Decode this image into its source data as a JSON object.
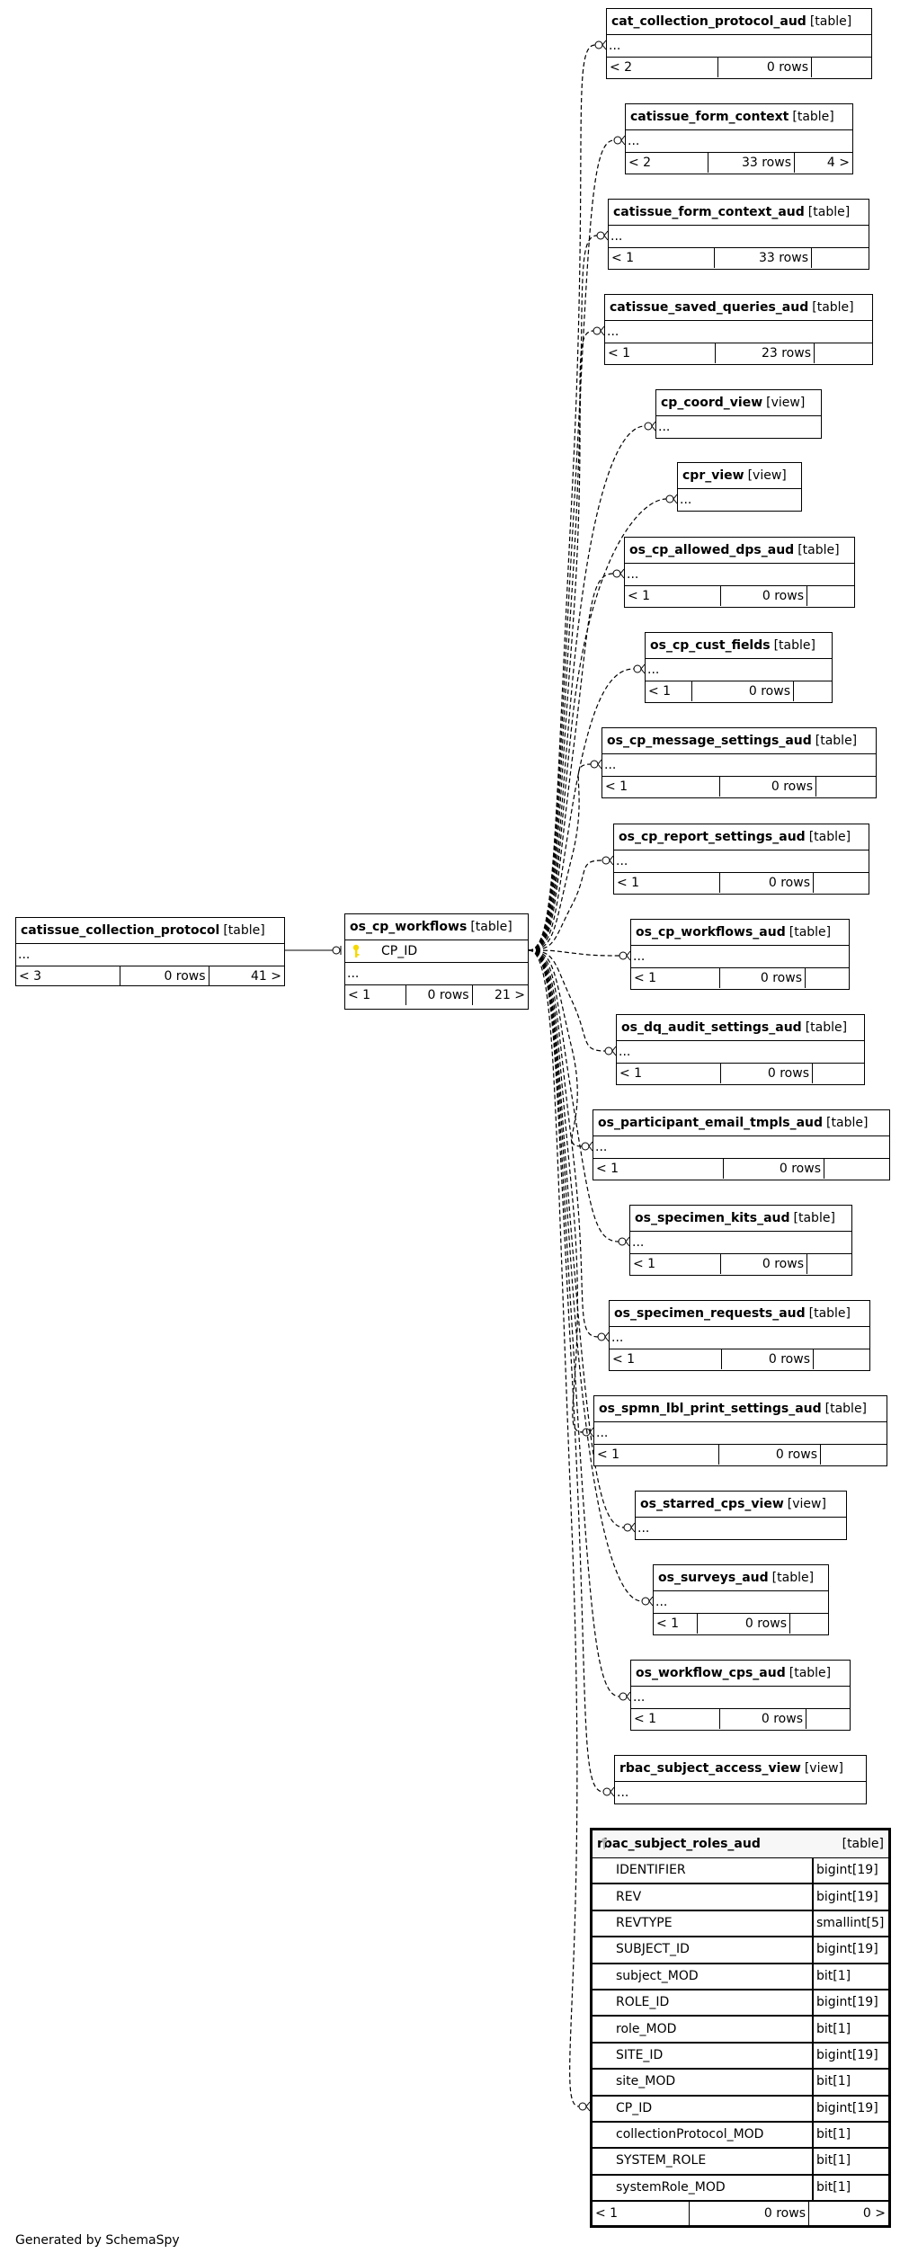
{
  "footer": "Generated by SchemaSpy",
  "colors": {
    "line": "#000000",
    "key_icon": "#f5d800",
    "fk_icon": "#b8b8b8"
  },
  "center": {
    "name": "os_cp_workflows",
    "type": "[table]",
    "column": "CP_ID",
    "ellipsis": "...",
    "foot": [
      "< 1",
      "0 rows",
      "21 >"
    ]
  },
  "parent": {
    "name": "catissue_collection_protocol",
    "type": "[table]",
    "ellipsis": "...",
    "foot": [
      "< 3",
      "0 rows",
      "41 >"
    ]
  },
  "children": [
    {
      "name": "cat_collection_protocol_aud",
      "type": "[table]",
      "ellipsis": "...",
      "foot": [
        "< 2",
        "0 rows",
        ""
      ]
    },
    {
      "name": "catissue_form_context",
      "type": "[table]",
      "ellipsis": "...",
      "foot": [
        "< 2",
        "33 rows",
        "4 >"
      ]
    },
    {
      "name": "catissue_form_context_aud",
      "type": "[table]",
      "ellipsis": "...",
      "foot": [
        "< 1",
        "33 rows",
        ""
      ]
    },
    {
      "name": "catissue_saved_queries_aud",
      "type": "[table]",
      "ellipsis": "...",
      "foot": [
        "< 1",
        "23 rows",
        ""
      ]
    },
    {
      "name": "cp_coord_view",
      "type": "[view]",
      "ellipsis": "..."
    },
    {
      "name": "cpr_view",
      "type": "[view]",
      "ellipsis": "..."
    },
    {
      "name": "os_cp_allowed_dps_aud",
      "type": "[table]",
      "ellipsis": "...",
      "foot": [
        "< 1",
        "0 rows",
        ""
      ]
    },
    {
      "name": "os_cp_cust_fields",
      "type": "[table]",
      "ellipsis": "...",
      "foot": [
        "< 1",
        "0 rows",
        ""
      ]
    },
    {
      "name": "os_cp_message_settings_aud",
      "type": "[table]",
      "ellipsis": "...",
      "foot": [
        "< 1",
        "0 rows",
        ""
      ]
    },
    {
      "name": "os_cp_report_settings_aud",
      "type": "[table]",
      "ellipsis": "...",
      "foot": [
        "< 1",
        "0 rows",
        ""
      ]
    },
    {
      "name": "os_cp_workflows_aud",
      "type": "[table]",
      "ellipsis": "...",
      "foot": [
        "< 1",
        "0 rows",
        ""
      ]
    },
    {
      "name": "os_dq_audit_settings_aud",
      "type": "[table]",
      "ellipsis": "...",
      "foot": [
        "< 1",
        "0 rows",
        ""
      ]
    },
    {
      "name": "os_participant_email_tmpls_aud",
      "type": "[table]",
      "ellipsis": "...",
      "foot": [
        "< 1",
        "0 rows",
        ""
      ]
    },
    {
      "name": "os_specimen_kits_aud",
      "type": "[table]",
      "ellipsis": "...",
      "foot": [
        "< 1",
        "0 rows",
        ""
      ]
    },
    {
      "name": "os_specimen_requests_aud",
      "type": "[table]",
      "ellipsis": "...",
      "foot": [
        "< 1",
        "0 rows",
        ""
      ]
    },
    {
      "name": "os_spmn_lbl_print_settings_aud",
      "type": "[table]",
      "ellipsis": "...",
      "foot": [
        "< 1",
        "0 rows",
        ""
      ]
    },
    {
      "name": "os_starred_cps_view",
      "type": "[view]",
      "ellipsis": "..."
    },
    {
      "name": "os_surveys_aud",
      "type": "[table]",
      "ellipsis": "...",
      "foot": [
        "< 1",
        "0 rows",
        ""
      ]
    },
    {
      "name": "os_workflow_cps_aud",
      "type": "[table]",
      "ellipsis": "...",
      "foot": [
        "< 1",
        "0 rows",
        ""
      ]
    },
    {
      "name": "rbac_subject_access_view",
      "type": "[view]",
      "ellipsis": "..."
    }
  ],
  "focus": {
    "name": "rbac_subject_roles_aud",
    "type": "[table]",
    "columns": [
      {
        "name": "IDENTIFIER",
        "type": "bigint[19]"
      },
      {
        "name": "REV",
        "type": "bigint[19]"
      },
      {
        "name": "REVTYPE",
        "type": "smallint[5]"
      },
      {
        "name": "SUBJECT_ID",
        "type": "bigint[19]"
      },
      {
        "name": "subject_MOD",
        "type": "bit[1]"
      },
      {
        "name": "ROLE_ID",
        "type": "bigint[19]"
      },
      {
        "name": "role_MOD",
        "type": "bit[1]"
      },
      {
        "name": "SITE_ID",
        "type": "bigint[19]"
      },
      {
        "name": "site_MOD",
        "type": "bit[1]"
      },
      {
        "name": "CP_ID",
        "type": "bigint[19]",
        "fk": true
      },
      {
        "name": "collectionProtocol_MOD",
        "type": "bit[1]"
      },
      {
        "name": "SYSTEM_ROLE",
        "type": "bit[1]"
      },
      {
        "name": "systemRole_MOD",
        "type": "bit[1]"
      }
    ],
    "foot": [
      "< 1",
      "0 rows",
      "0 >"
    ]
  }
}
